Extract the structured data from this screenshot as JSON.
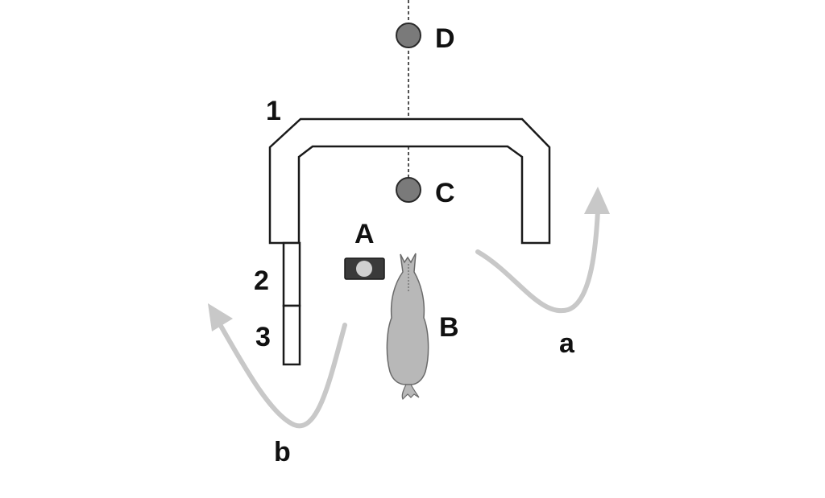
{
  "labels": {
    "enclosure": "1",
    "panel_upper": "2",
    "panel_lower": "3",
    "object_a": "A",
    "animal_b": "B",
    "marker_c": "C",
    "marker_d": "D",
    "path_a": "a",
    "path_b": "b"
  },
  "colors": {
    "line": "#1a1a1a",
    "marker_fill": "#7a7a7a",
    "object_fill": "#3a3a3a",
    "object_inner": "#d0d0d0",
    "animal_fill": "#b8b8b8",
    "arrow": "#c8c8c8"
  },
  "icons": {
    "object_a": "camera-icon",
    "animal_b": "horse-top-view-icon"
  }
}
